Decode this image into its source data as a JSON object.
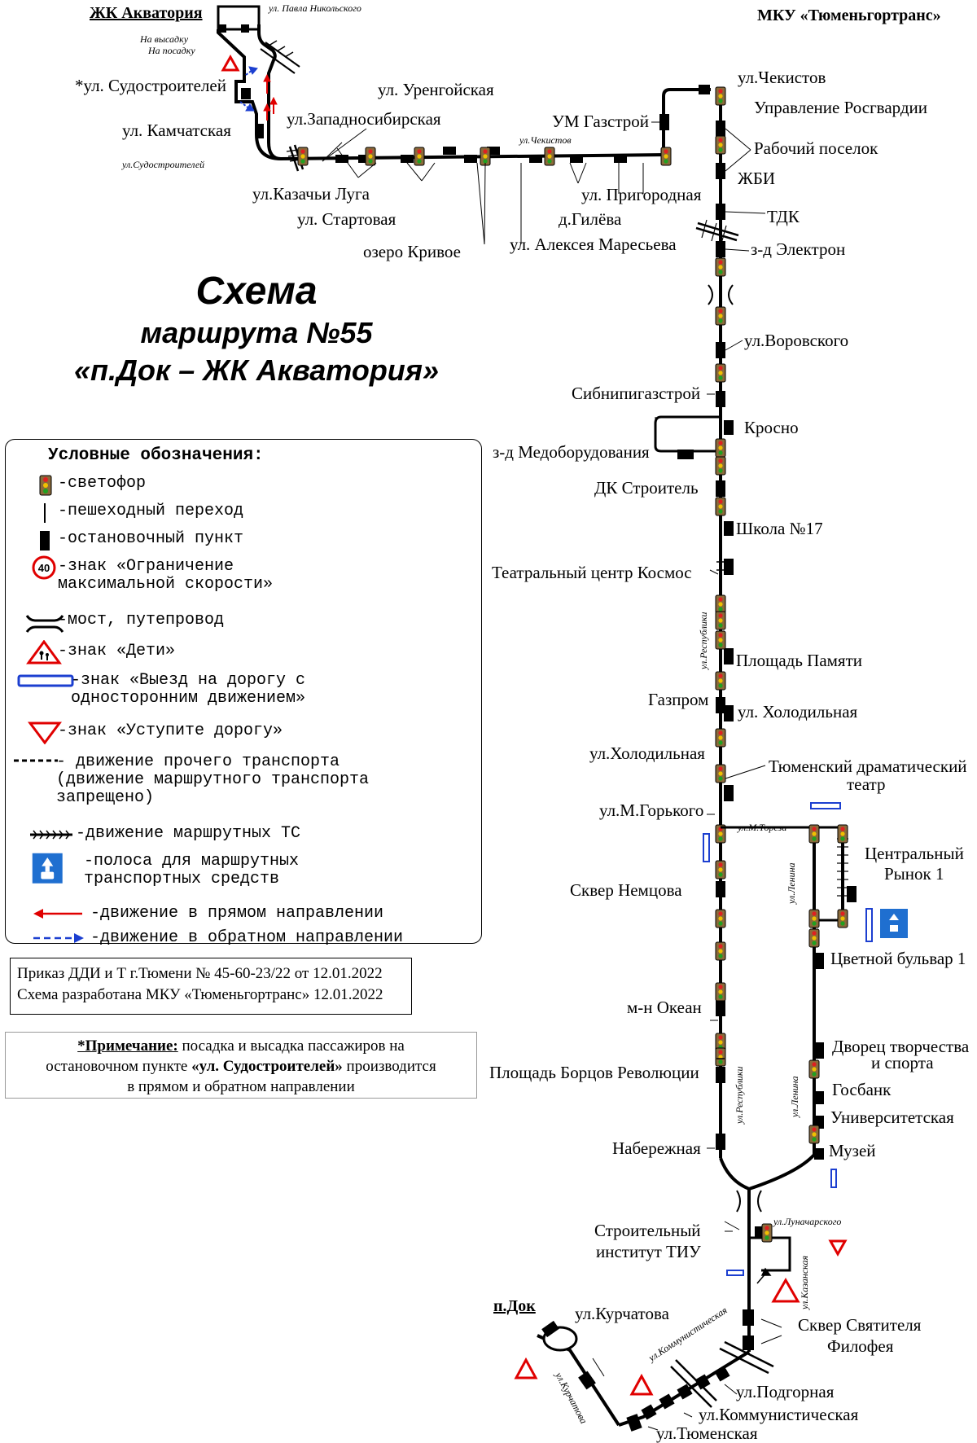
{
  "header": {
    "org": "МКУ «Тюменьгортранс»"
  },
  "title": {
    "line1": "Схема",
    "line2": "маршрута №55",
    "line3": "«п.Док – ЖК Акватория»"
  },
  "legend": {
    "heading": "Условные обозначения:",
    "items": [
      {
        "icon": "traffic-light-icon",
        "text": "-светофор"
      },
      {
        "icon": "crosswalk-icon",
        "text": "-пешеходный переход"
      },
      {
        "icon": "bus-stop-icon",
        "text": "-остановочный пункт"
      },
      {
        "icon": "speed-limit-icon",
        "badge": "40",
        "text": "-знак «Ограничение\nмаксимальной скорости»"
      },
      {
        "icon": "bridge-icon",
        "text": "-мост, путепровод"
      },
      {
        "icon": "children-sign-icon",
        "text": "-знак «Дети»"
      },
      {
        "icon": "one-way-exit-icon",
        "text": "-знак «Выезд на дорогу с\nодносторонним движением»"
      },
      {
        "icon": "yield-sign-icon",
        "text": "-знак «Уступите дорогу»"
      },
      {
        "icon": "other-traffic-icon",
        "text": "- движение прочего транспорта\n(движение маршрутного транспорта\nзапрещено)"
      },
      {
        "icon": "route-traffic-icon",
        "text": "-движение маршрутных ТС"
      },
      {
        "icon": "bus-lane-icon",
        "text": "-полоса для маршрутных\nтранспортных средств"
      },
      {
        "icon": "forward-arrow-icon",
        "text": "-движение в прямом направлении"
      },
      {
        "icon": "backward-arrow-icon",
        "text": "-движение в обратном направлении"
      }
    ],
    "colors": {
      "forward": "#e00000",
      "backward": "#1c3fd0",
      "sign_blue": "#1f6fd0",
      "sign_red": "#e00000"
    }
  },
  "order": {
    "line1": "Приказ ДДИ и Т г.Тюмени № 45-60-23/22 от 12.01.2022",
    "line2": "Схема разработана МКУ «Тюменьгортранс» 12.01.2022"
  },
  "note": {
    "label": "*Примечание:",
    "text1": " посадка и высадка пассажиров на",
    "text2": "остановочном пункте ",
    "stop": "«ул. Судостроителей»",
    "text3": " производится",
    "text4": "в прямом и обратном направлении"
  },
  "map": {
    "terminals": [
      "ЖК Акватория",
      "п.Док"
    ],
    "streets": [
      "ул. Павла Никольского",
      "ул.Судостроителей",
      "ул.Чекистов",
      "ул.Республики",
      "ул.Республики",
      "ул.М.Тореза",
      "ул.Ленина",
      "ул.Ленина",
      "ул.Луначарского",
      "ул.Казанская",
      "ул.Коммунистическая",
      "ул.Курчатова"
    ],
    "stops": [
      "На высадку",
      "На посадку",
      "*ул. Судостроителей",
      "ул. Камчатская",
      "ул.Западносибирская",
      "ул. Уренгойская",
      "УМ Газстрой",
      "ул.Казачьи Луга",
      "ул. Стартовая",
      "озеро Кривое",
      "ул. Алексея Маресьева",
      "д.Гилёва",
      "ул. Пригородная",
      "ул.Чекистов",
      "Управление Росгвардии",
      "Рабочий поселок",
      "ЖБИ",
      "ТДК",
      "з-д Электрон",
      "ул.Воровского",
      "Сибнипигазстрой",
      "Кросно",
      "з-д Медоборудования",
      "ДК Строитель",
      "Школа №17",
      "Театральный центр Космос",
      "Площадь Памяти",
      "Газпром",
      "ул. Холодильная",
      "ул.Холодильная",
      "Тюменский драматический",
      "театр",
      "ул.М.Горького",
      "Центральный",
      "Рынок 1",
      "Сквер Немцова",
      "Цветной бульвар 1",
      "м-н Океан",
      "Дворец творчества",
      "и спорта",
      "Площадь Борцов Революции",
      "Госбанк",
      "Университетская",
      "Набережная",
      "Музей",
      "Строительный",
      "институт ТИУ",
      "ул.Курчатова",
      "Сквер Святителя",
      "Филофея",
      "ул.Подгорная",
      "ул.Коммунистическая",
      "ул.Тюменская"
    ]
  }
}
